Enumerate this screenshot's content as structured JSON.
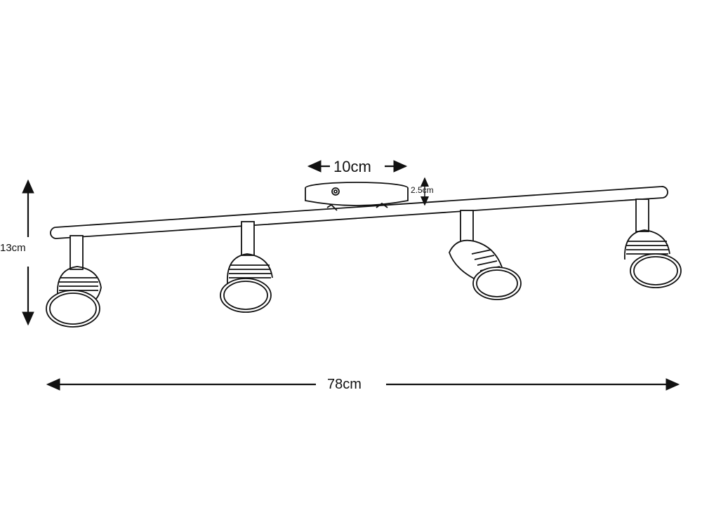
{
  "dimensions": {
    "mount_width": "10cm",
    "mount_height": "2.5cm",
    "total_height": "13cm",
    "total_length": "78cm"
  },
  "colors": {
    "line": "#111111",
    "background": "#ffffff"
  }
}
